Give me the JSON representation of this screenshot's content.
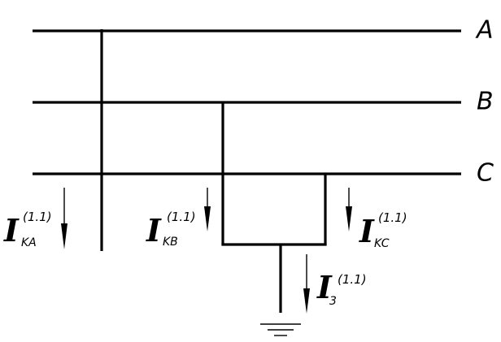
{
  "phases": {
    "a": "A",
    "b": "B",
    "c": "C"
  },
  "currents": {
    "ka": {
      "main": "I",
      "sub": "KA",
      "sup": "(1.1)"
    },
    "kb": {
      "main": "I",
      "sub": "KB",
      "sup": "(1.1)"
    },
    "kc": {
      "main": "I",
      "sub": "KC",
      "sup": "(1.1)"
    },
    "ground": {
      "main": "I",
      "sub": "3",
      "sup": "(1.1)"
    }
  }
}
